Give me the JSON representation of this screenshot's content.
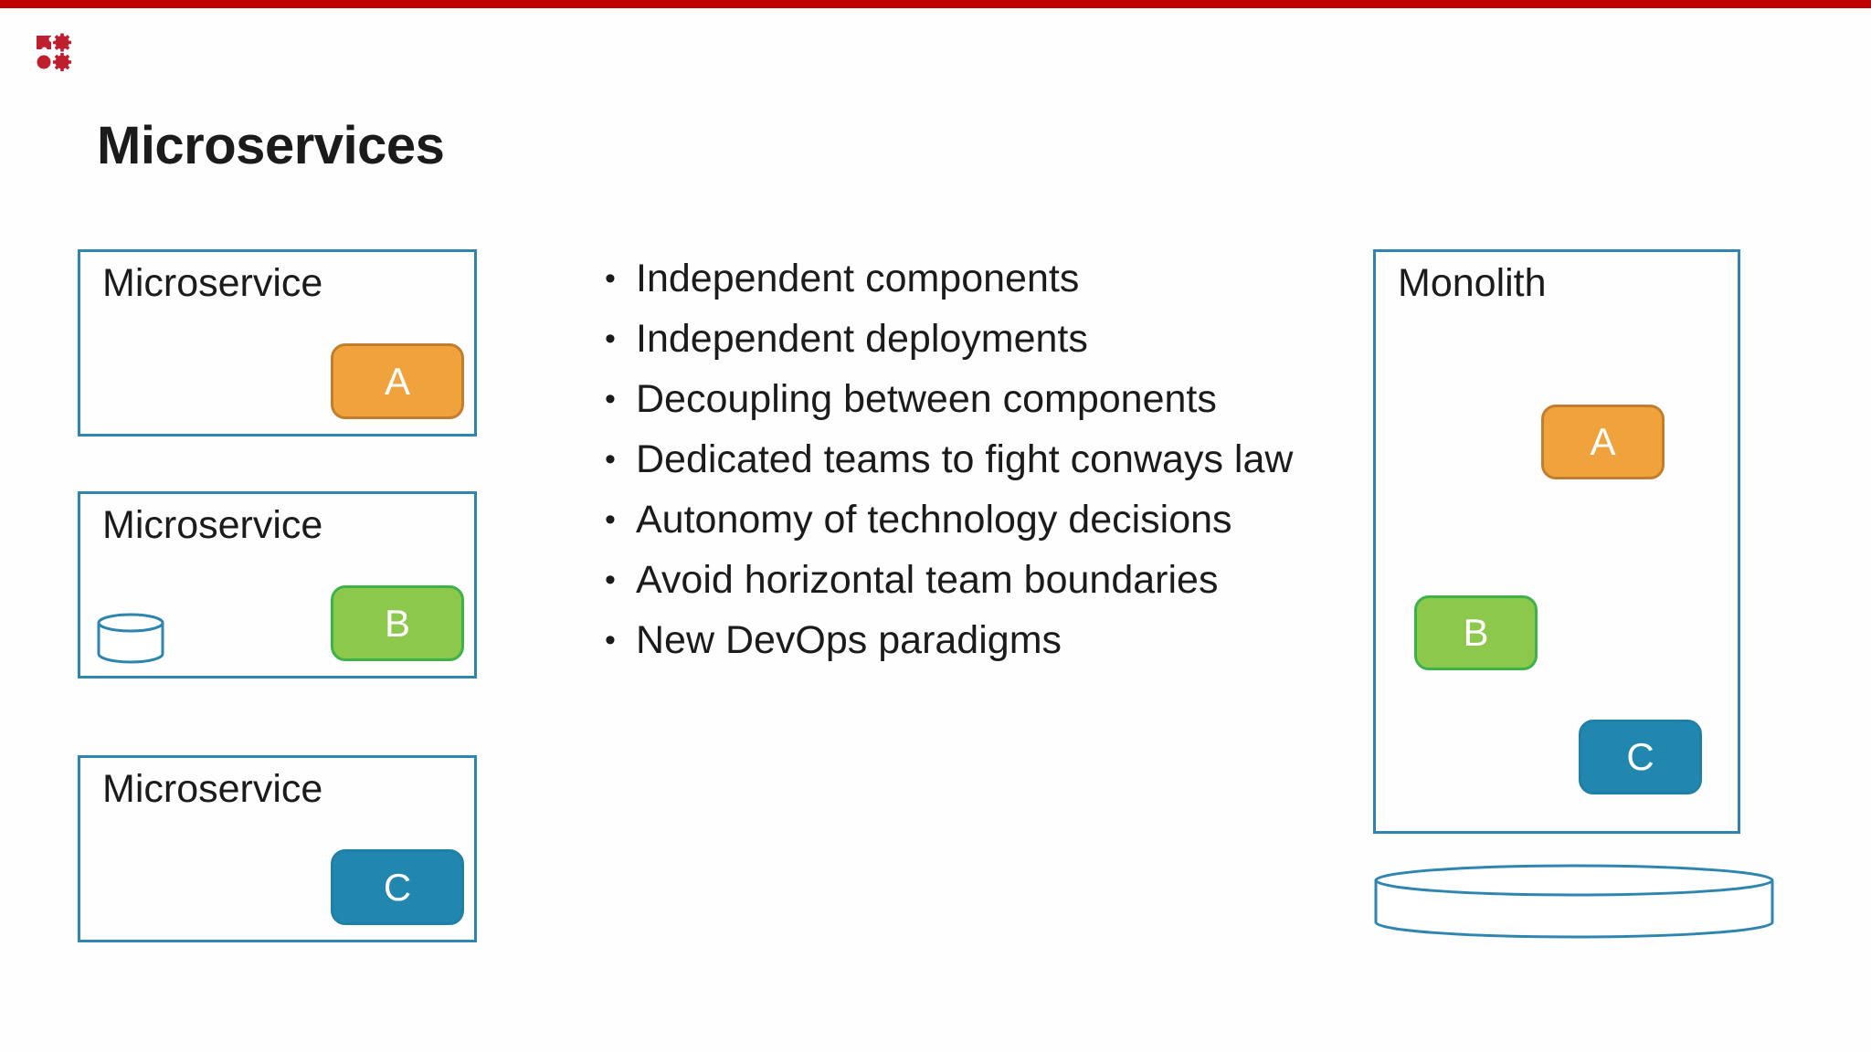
{
  "colors": {
    "bg": "#FEFEFE",
    "text": "#1B1B1B",
    "accent_red": "#C00000",
    "logo_red": "#BE1E2D",
    "box_border": "#2E86B0",
    "block_a_fill": "#F0A23C",
    "block_a_border": "#C17E2E",
    "block_b_fill": "#8CC84B",
    "block_b_border": "#3DB249",
    "block_c_fill": "#2287AE",
    "block_c_border": "#1F7FA6"
  },
  "logo": {
    "icon": "gears-logo"
  },
  "title": "Microservices",
  "bullet_glyph": "•",
  "bullets": [
    "Independent components",
    "Independent deployments",
    "Decoupling between components",
    "Dedicated teams to fight conways law",
    "Autonomy of technology decisions",
    "Avoid horizontal team boundaries",
    "New DevOps paradigms"
  ],
  "microservice_boxes": [
    {
      "label": "Microservice",
      "block": "A"
    },
    {
      "label": "Microservice",
      "block": "B",
      "database_icon": "database-cylinder"
    },
    {
      "label": "Microservice",
      "block": "C"
    }
  ],
  "monolith": {
    "label": "Monolith",
    "blocks": [
      "A",
      "B",
      "C"
    ],
    "database_icon": "database-cylinder"
  }
}
